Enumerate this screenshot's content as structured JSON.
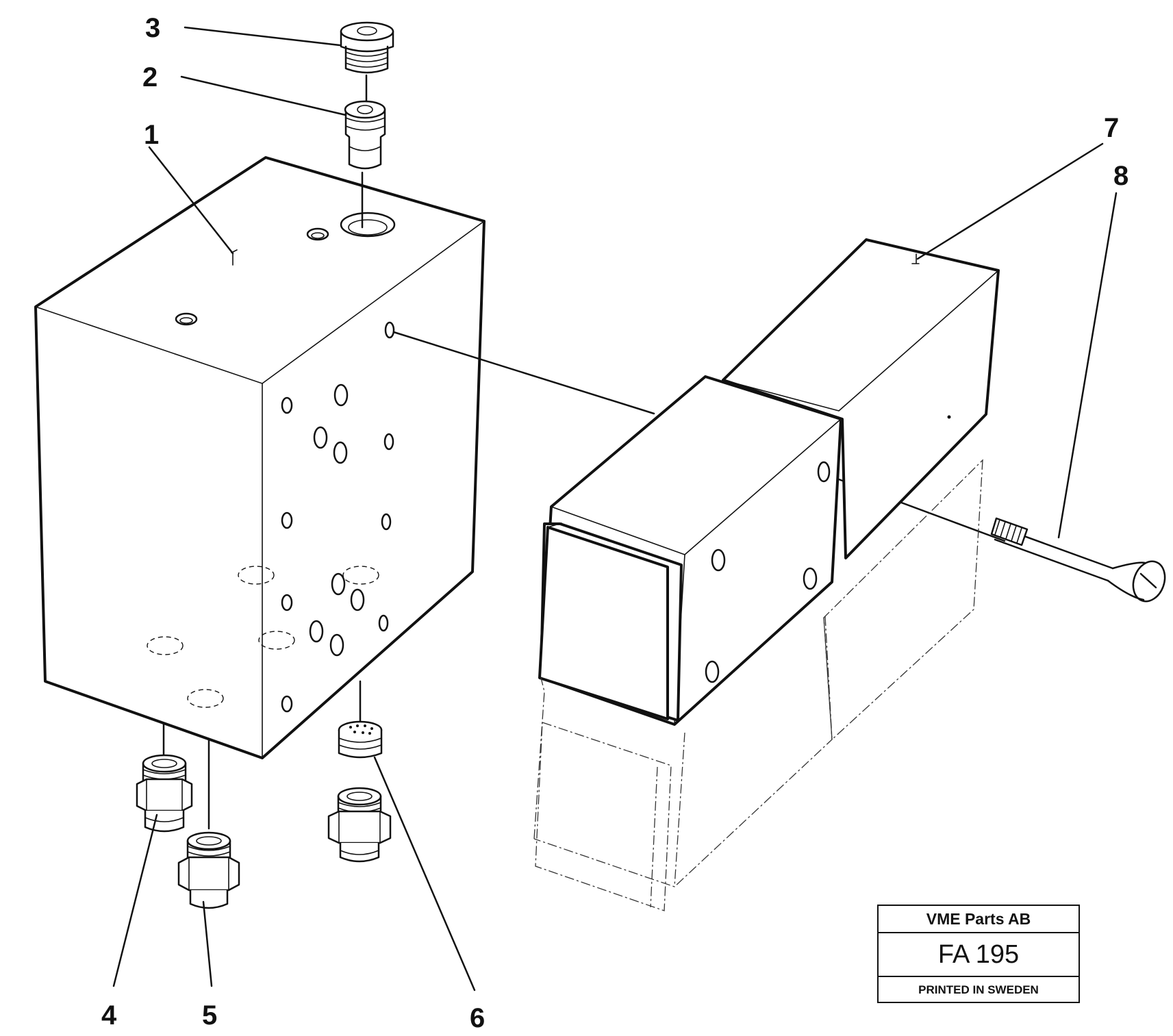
{
  "callouts": [
    {
      "id": "1",
      "label": "1"
    },
    {
      "id": "2",
      "label": "2"
    },
    {
      "id": "3",
      "label": "3"
    },
    {
      "id": "4",
      "label": "4"
    },
    {
      "id": "5",
      "label": "5"
    },
    {
      "id": "6",
      "label": "6"
    },
    {
      "id": "7",
      "label": "7"
    },
    {
      "id": "8",
      "label": "8"
    }
  ],
  "title_block": {
    "company": "VME Parts AB",
    "code": "FA 195",
    "printed": "PRINTED IN SWEDEN"
  }
}
